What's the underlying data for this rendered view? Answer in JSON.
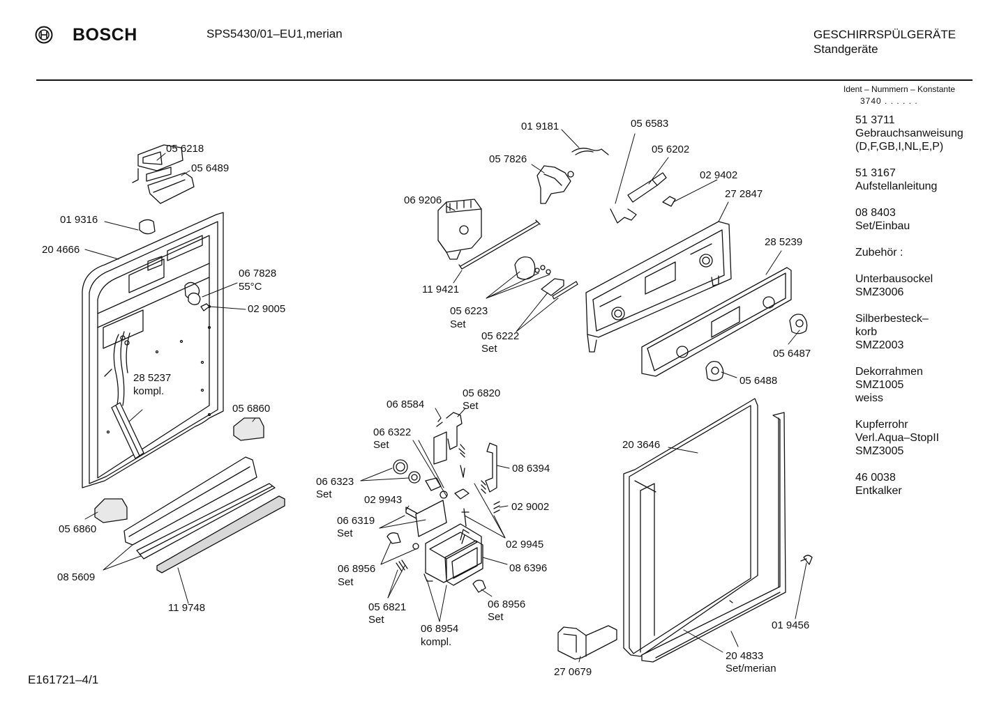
{
  "header": {
    "brand": "BOSCH",
    "model": "SPS5430/01–EU1,merian",
    "category_line1": "GESCHIRRSPÜLGERÄTE",
    "category_line2": "Standgeräte",
    "ident_heading": "Ident – Nummern – Konstante",
    "ident_constant": "3740 . . . . . ."
  },
  "sidebar": [
    {
      "lines": [
        "51 3711",
        "Gebrauchsanweisung",
        "(D,F,GB,I,NL,E,P)"
      ]
    },
    {
      "lines": [
        "51 3167",
        "Aufstellanleitung"
      ]
    },
    {
      "lines": [
        "08 8403",
        "Set/Einbau"
      ]
    },
    {
      "lines": [
        "Zubehör :"
      ]
    },
    {
      "lines": [
        "Unterbausockel",
        "SMZ3006"
      ]
    },
    {
      "lines": [
        "Silberbesteck–",
        "korb",
        "SMZ2003"
      ]
    },
    {
      "lines": [
        "Dekorrahmen",
        "SMZ1005",
        "weiss"
      ]
    },
    {
      "lines": [
        "Kupferrohr",
        "Verl.Aqua–StopII",
        "SMZ3005"
      ]
    },
    {
      "lines": [
        "46 0038",
        "Entkalker"
      ]
    }
  ],
  "parts": {
    "p056218": "05 6218",
    "p056489": "05 6489",
    "p019316": "01 9316",
    "p204666": "20 4666",
    "p067828": "06 7828",
    "temp": "55°C",
    "p029005": "02 9005",
    "p285237": "28 5237",
    "kompl_a": "kompl.",
    "p056860a": "05 6860",
    "p056860b": "05 6860",
    "p085609": "08 5609",
    "p119748": "11 9748",
    "p019181": "01 9181",
    "p057826": "05 7826",
    "p069206": "06 9206",
    "p119421": "11 9421",
    "p056223": "05 6223",
    "set_a": "Set",
    "p056222": "05 6222",
    "set_b": "Set",
    "p056583": "05 6583",
    "p056202": "05 6202",
    "p029402": "02 9402",
    "p272847": "27 2847",
    "p285239": "28 5239",
    "p056487": "05 6487",
    "p056488": "05 6488",
    "p068584": "06 8584",
    "p056820": "05 6820",
    "set_c": "Set",
    "p066322": "06 6322",
    "set_d": "Set",
    "p066323": "06 6323",
    "set_e": "Set",
    "p029943": "02 9943",
    "p066319": "06 6319",
    "set_f": "Set",
    "p068956a": "06 8956",
    "set_g": "Set",
    "p056821": "05 6821",
    "set_h": "Set",
    "p068954": "06 8954",
    "kompl_b": "kompl.",
    "p068956b": "06 8956",
    "set_i": "Set",
    "p086396": "08 6396",
    "p029945": "02 9945",
    "p029002": "02 9002",
    "p086394": "08 6394",
    "p203646": "20 3646",
    "p270679": "27 0679",
    "p204833": "20 4833",
    "set_merian": "Set/merian",
    "p019456": "01 9456"
  },
  "footer": {
    "code": "E161721–4/1"
  }
}
